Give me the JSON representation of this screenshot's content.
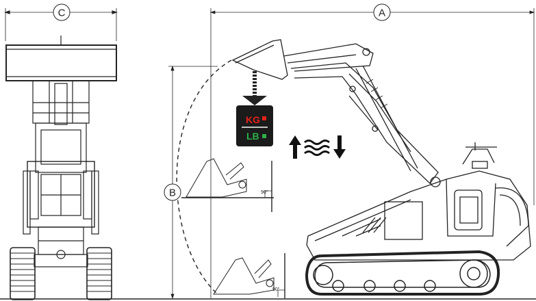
{
  "dimensions": {
    "a": "A",
    "b": "B",
    "c": "C"
  },
  "angles": {
    "upper": "90°",
    "lower": "90°"
  },
  "weight_indicator": {
    "kg": "KG",
    "lb": "LB",
    "kg_color": "#e2231a",
    "lb_color": "#2fae4b",
    "box_color": "#1b1b1b"
  },
  "icons": {
    "lift_arrows": "up-down-arrows-with-waves-icon"
  }
}
